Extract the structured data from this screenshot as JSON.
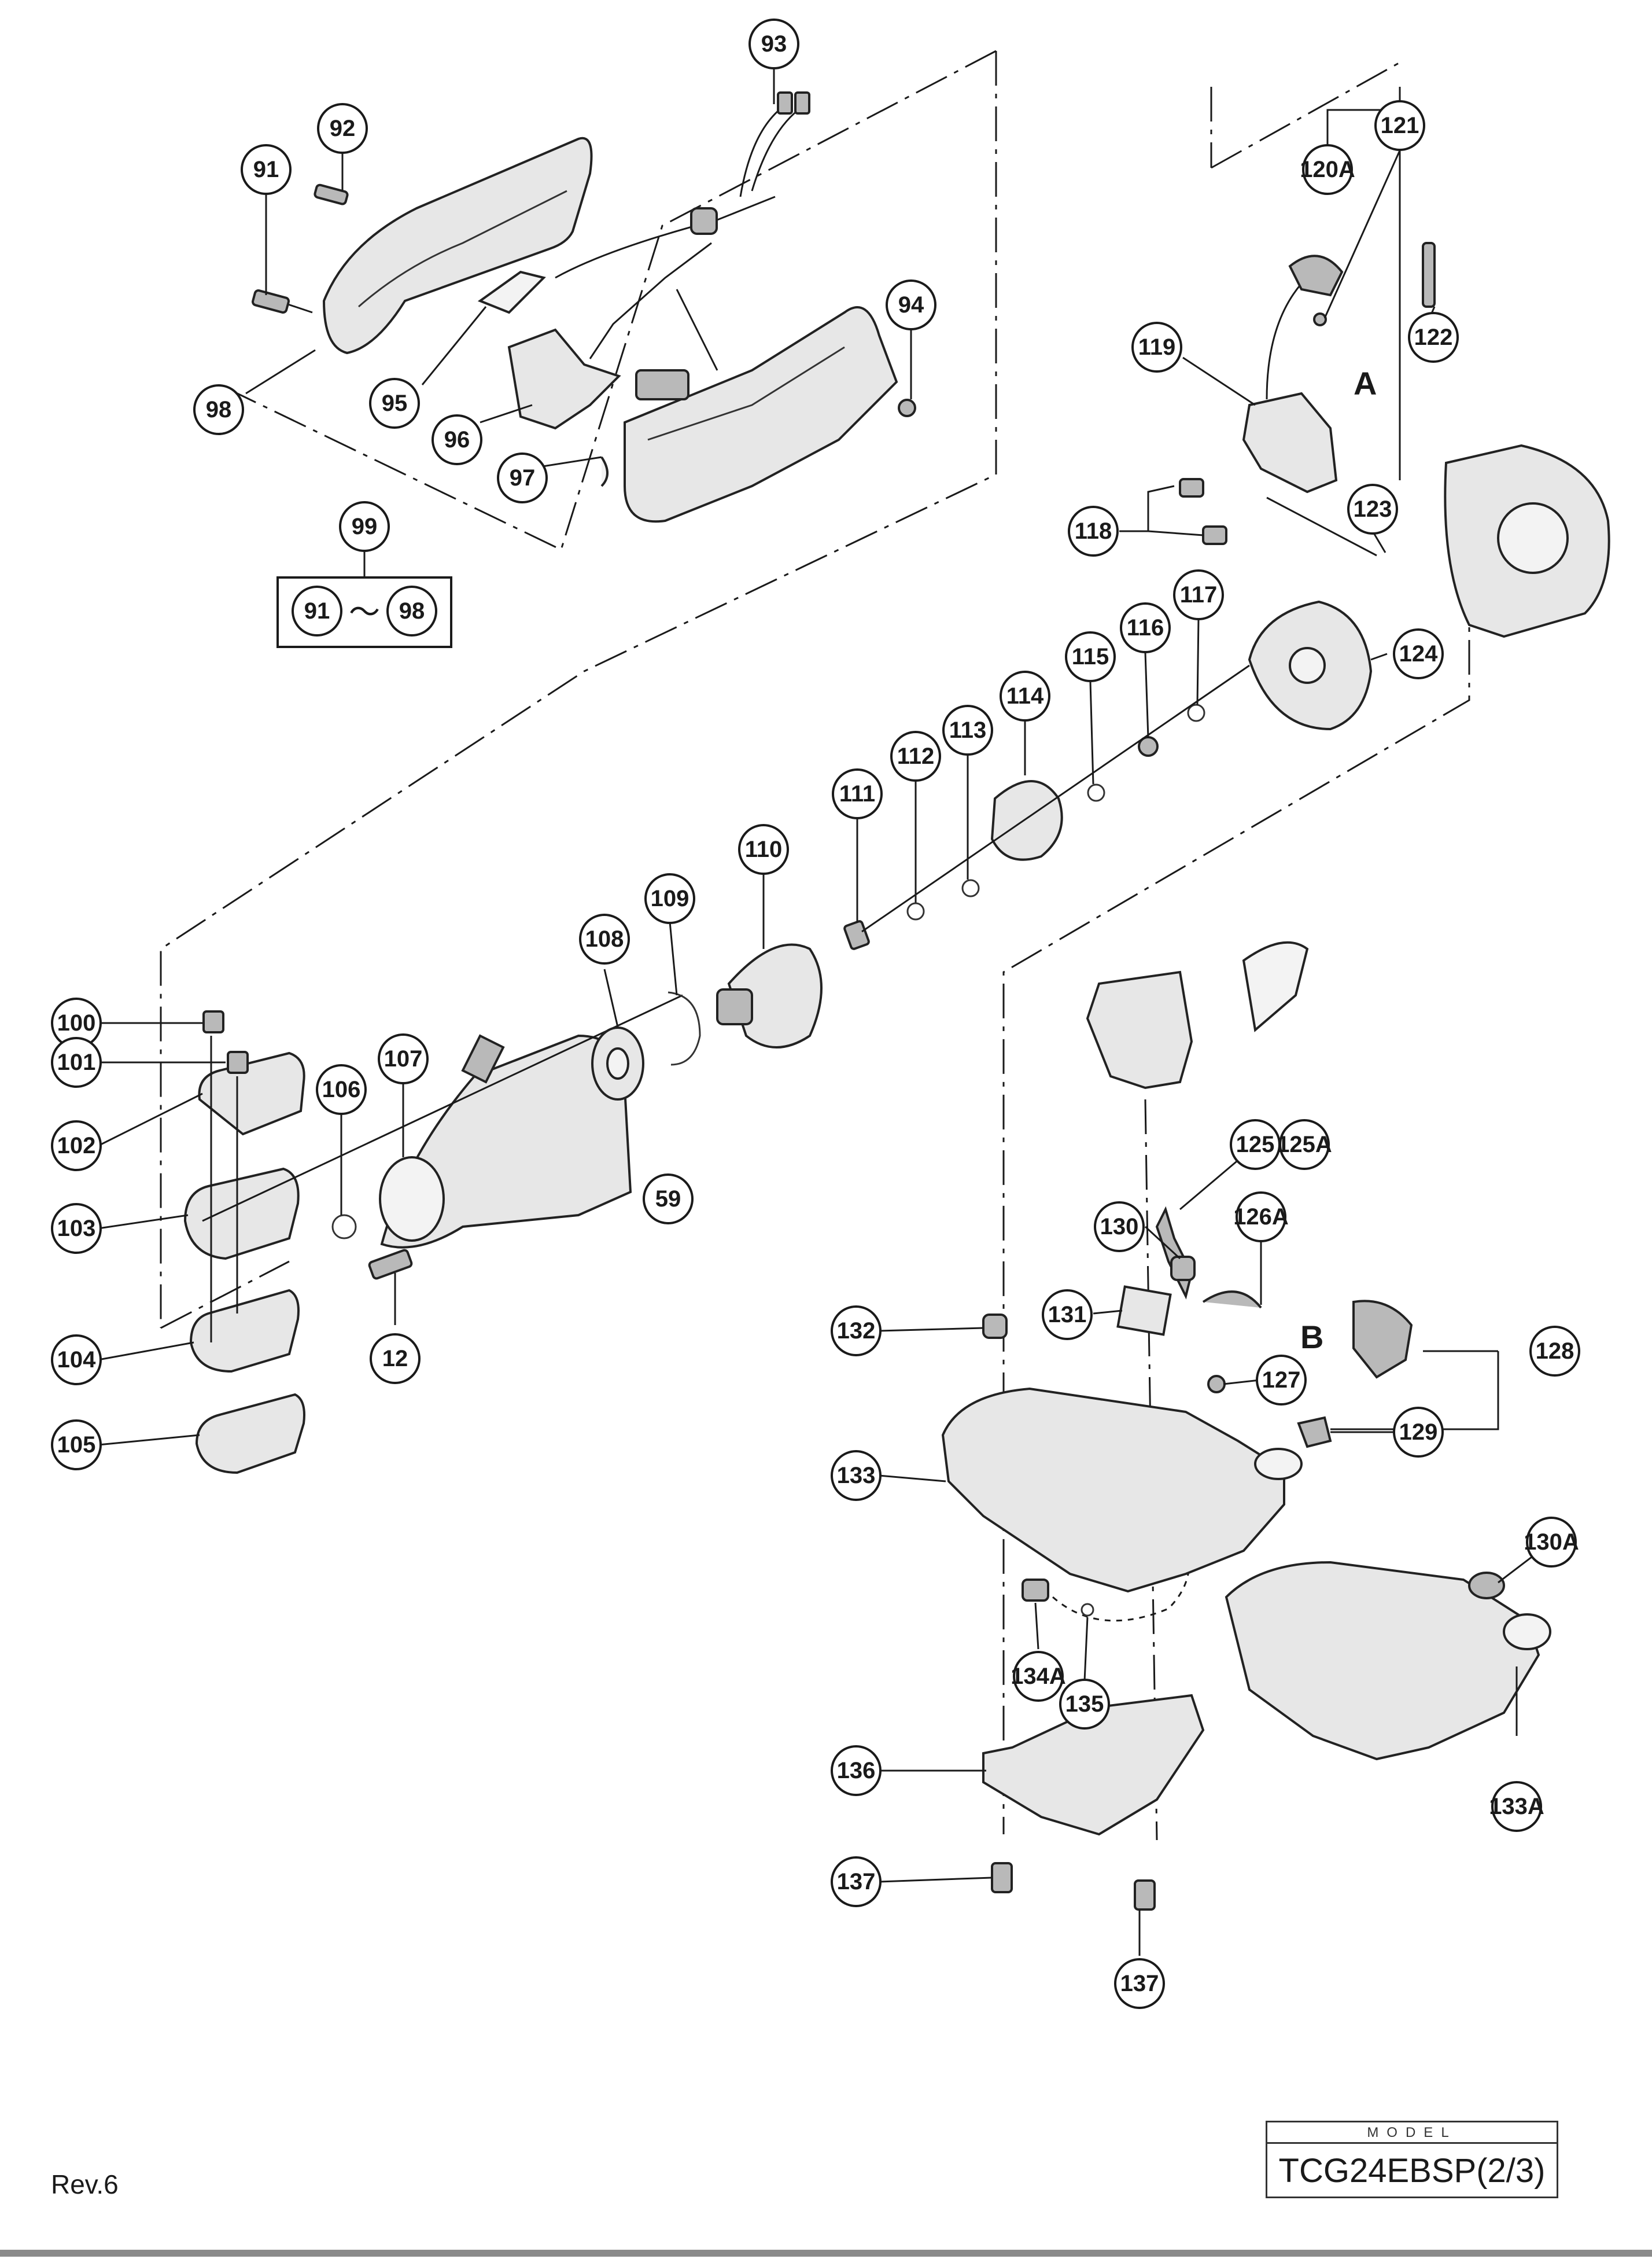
{
  "callouts": {
    "c91": "91",
    "c92": "92",
    "c93": "93",
    "c94": "94",
    "c95": "95",
    "c96": "96",
    "c97": "97",
    "c98": "98",
    "c99": "99",
    "c91r": "91",
    "c98r": "98",
    "c100": "100",
    "c101": "101",
    "c102": "102",
    "c103": "103",
    "c104": "104",
    "c105": "105",
    "c106": "106",
    "c107": "107",
    "c108": "108",
    "c109": "109",
    "c110": "110",
    "c111": "111",
    "c112": "112",
    "c113": "113",
    "c114": "114",
    "c115": "115",
    "c116": "116",
    "c117": "117",
    "c118": "118",
    "c119": "119",
    "c120A": "120A",
    "c121": "121",
    "c122": "122",
    "c123": "123",
    "c124": "124",
    "c125": "125",
    "c125A": "125A",
    "c126A": "126A",
    "c127": "127",
    "c128": "128",
    "c129": "129",
    "c130": "130",
    "c130A": "130A",
    "c131": "131",
    "c132": "132",
    "c133": "133",
    "c133A": "133A",
    "c134A": "134A",
    "c135": "135",
    "c136": "136",
    "c137a": "137",
    "c137b": "137",
    "c12": "12",
    "c59": "59"
  },
  "range_separator": "～",
  "letters": {
    "a": "A",
    "b": "B"
  },
  "footer": {
    "revision": "Rev.6",
    "model_label": "MODEL",
    "model_value": "TCG24EBSP(2/3)"
  }
}
